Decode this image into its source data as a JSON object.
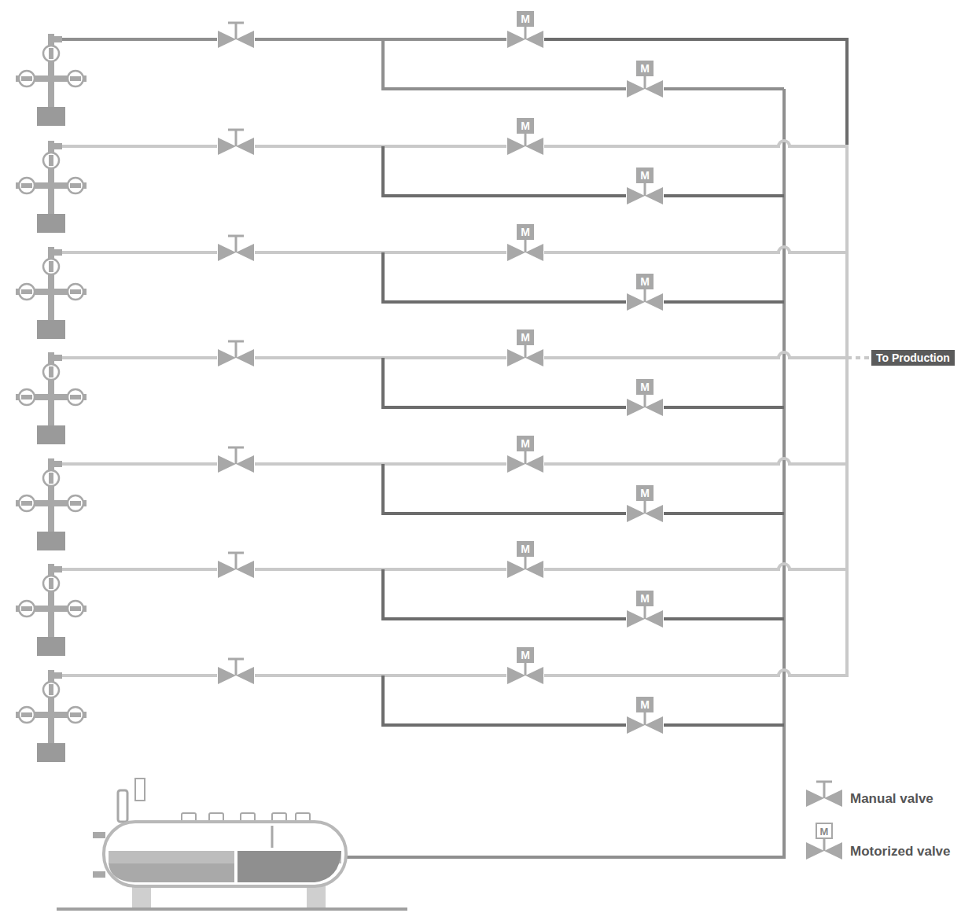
{
  "diagram": {
    "nodes": [
      {
        "text": [
          "To Production"
        ]
      }
    ],
    "edges": [],
    "labels": [
      "M",
      "M",
      "M",
      "M",
      "M",
      "M",
      "M",
      "M",
      "M",
      "M",
      "M",
      "M",
      "M",
      "M",
      "M"
    ],
    "legend": [
      {
        "text": "Manual valve"
      },
      {
        "text": "Motorized valve"
      }
    ]
  }
}
